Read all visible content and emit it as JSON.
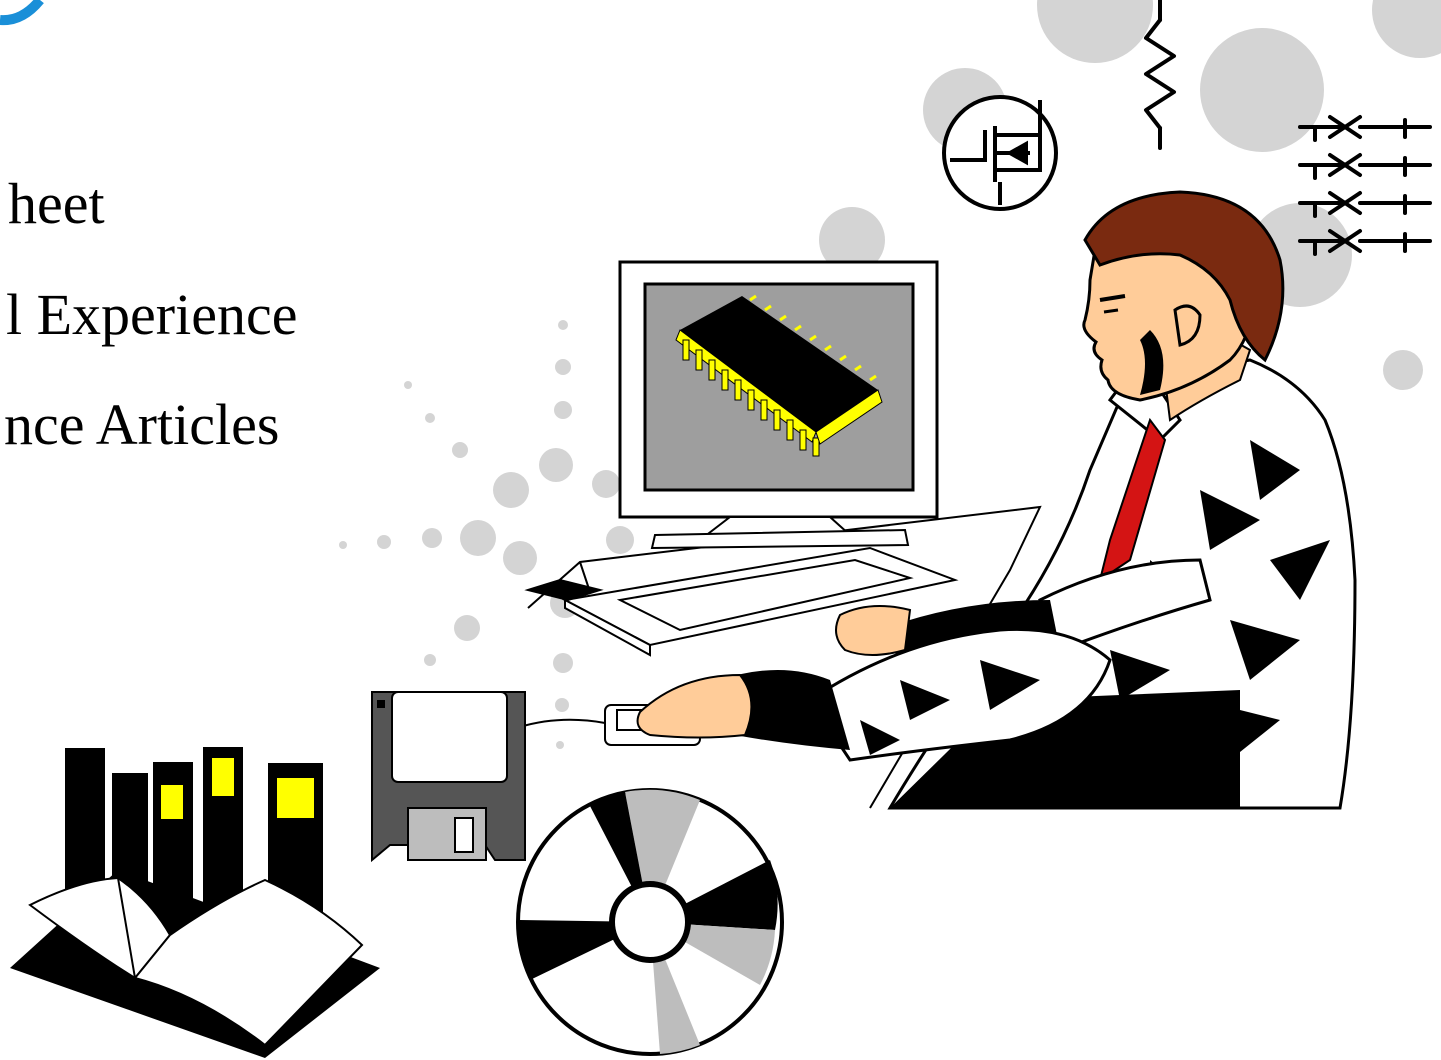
{
  "slide": {
    "bullets": [
      "heet",
      "l Experience",
      "nce Articles"
    ]
  },
  "colors": {
    "text": "#000000",
    "accent_blue": "#1a8fd8",
    "dot_gray": "#d4d4d4",
    "monitor_screen": "#9e9e9e",
    "chip_body": "#000000",
    "chip_pins": "#ffff00",
    "tie": "#d41414",
    "skin": "#ffcc99",
    "hair": "#7a2a10",
    "book_label": "#ffff00",
    "floppy": "#555555",
    "cd_segment": "#bdbdbd"
  },
  "icons": [
    "resistor-icon",
    "mosfet-icon",
    "diode-array-icon",
    "computer-monitor-icon",
    "ic-chip-icon",
    "keyboard-icon",
    "mouse-icon",
    "engineer-figure",
    "books-icon",
    "open-book-icon",
    "floppy-disk-icon",
    "cd-rom-icon"
  ]
}
